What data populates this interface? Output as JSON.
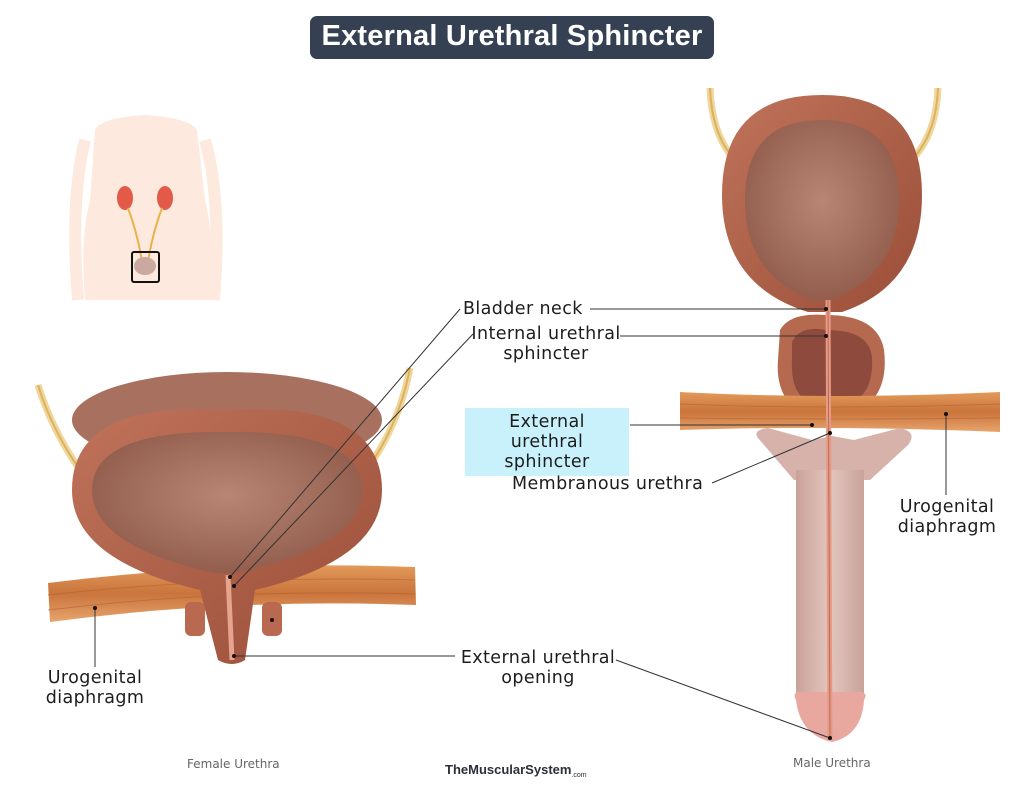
{
  "title": "External Urethral Sphincter",
  "labels": {
    "bladder_neck": "Bladder neck",
    "internal_sphincter_1": "Internal urethral",
    "internal_sphincter_2": "sphincter",
    "external_sphincter_1": "External urethral",
    "external_sphincter_2": "sphincter",
    "membranous_urethra": "Membranous urethra",
    "external_opening_1": "External urethral",
    "external_opening_2": "opening",
    "urogenital_left_1": "Urogenital",
    "urogenital_left_2": "diaphragm",
    "urogenital_right_1": "Urogenital",
    "urogenital_right_2": "diaphragm"
  },
  "captions": {
    "female": "Female Urethra",
    "male": "Male Urethra"
  },
  "brand": {
    "name": "TheMuscularSystem",
    "suffix": ".com"
  },
  "colors": {
    "title_bg": "#354153",
    "highlight": "#c8f1fb",
    "muscle_wall": "#b0624a",
    "bladder_lumen": "#a97462",
    "diaphragm": "#d48a4f",
    "ureter": "#e8c77a",
    "skin": "#fbe3d6"
  }
}
